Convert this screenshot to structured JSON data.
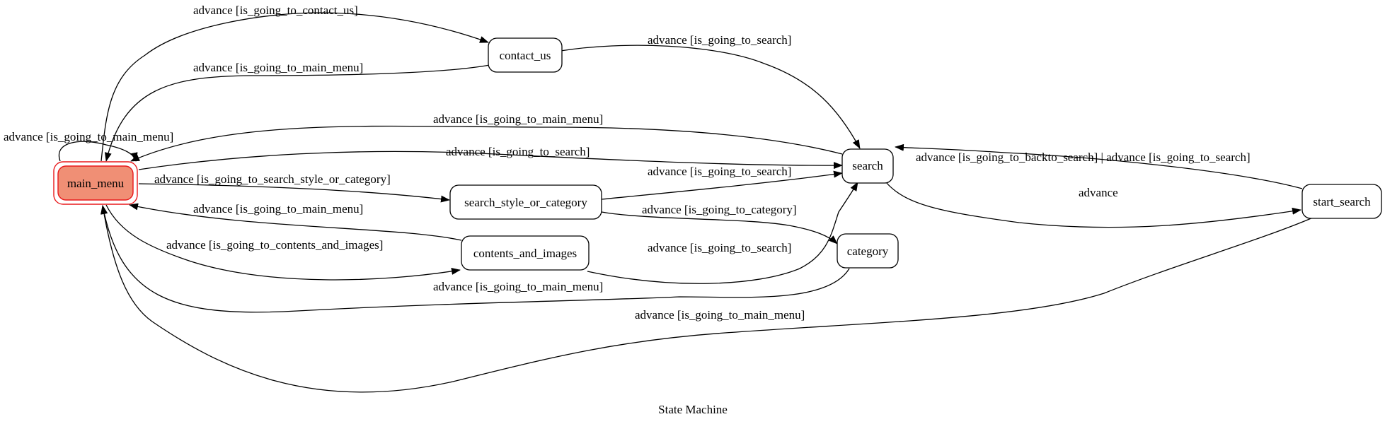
{
  "caption": "State Machine",
  "colors": {
    "initial_fill": "#f08f75",
    "initial_border": "#e8181b",
    "edge": "#000000",
    "background": "#ffffff"
  },
  "nodes": {
    "main_menu": "main_menu",
    "contact_us": "contact_us",
    "search": "search",
    "search_style_or_category": "search_style_or_category",
    "contents_and_images": "contents_and_images",
    "category": "category",
    "start_search": "start_search"
  },
  "edges": {
    "main_to_contact": "advance [is_going_to_contact_us]",
    "contact_to_main": "advance [is_going_to_main_menu]",
    "contact_to_search": "advance [is_going_to_search]",
    "main_self": "advance [is_going_to_main_menu]",
    "search_to_main": "advance [is_going_to_main_menu]",
    "main_to_search": "advance [is_going_to_search]",
    "main_to_style": "advance [is_going_to_search_style_or_category]",
    "style_to_search": "advance [is_going_to_search]",
    "style_to_category": "advance [is_going_to_category]",
    "contents_to_main": "advance [is_going_to_main_menu]",
    "main_to_contents": "advance [is_going_to_contents_and_images]",
    "contents_to_search": "advance [is_going_to_search]",
    "category_to_main": "advance [is_going_to_main_menu]",
    "start_to_main": "advance [is_going_to_main_menu]",
    "start_to_search": "advance [is_going_to_backto_search] | advance [is_going_to_search]",
    "search_to_start": "advance"
  }
}
